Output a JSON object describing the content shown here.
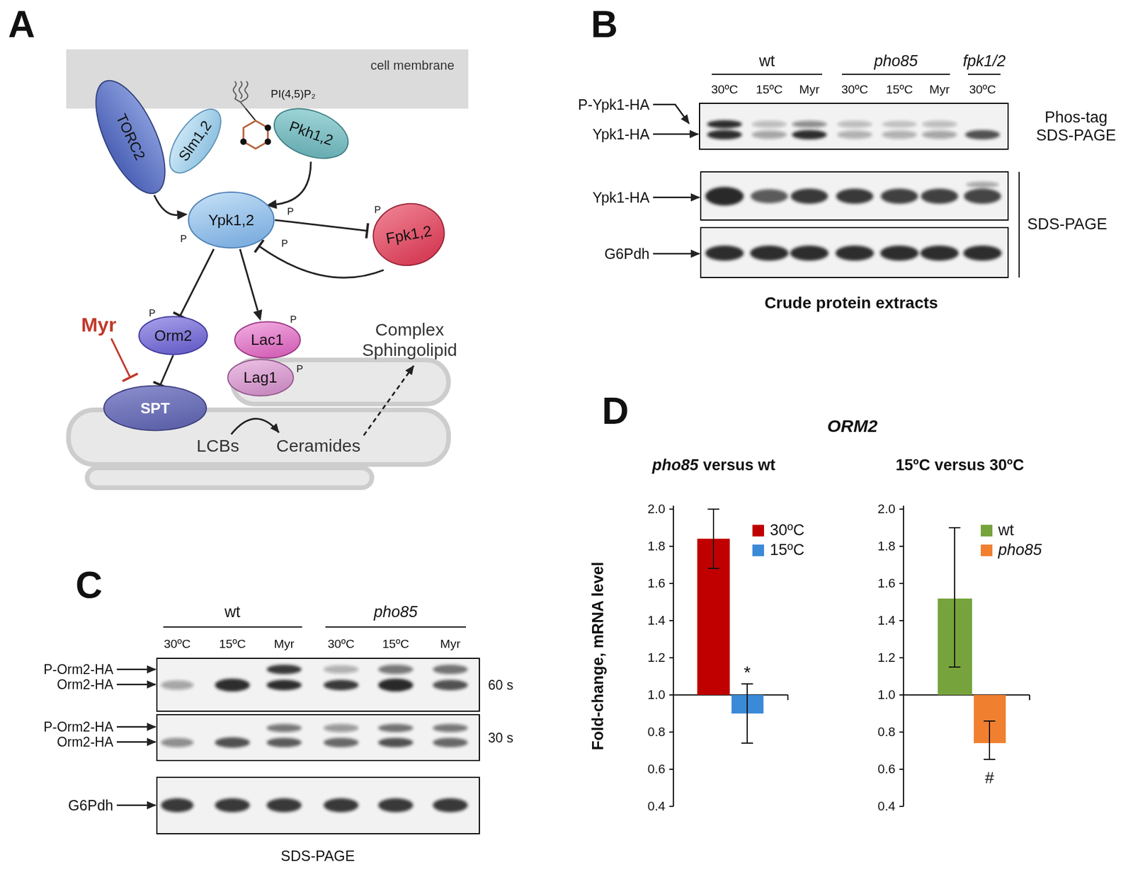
{
  "diagram": {
    "nodes": [
      {
        "text": [
          "cell membrane"
        ]
      },
      {
        "text": [
          "TORC2"
        ]
      },
      {
        "text": [
          "Slm1,2"
        ]
      },
      {
        "text": [
          "Pkh1,2"
        ]
      },
      {
        "text": [
          "Ypk1,2"
        ]
      },
      {
        "text": [
          "Fpk1,2"
        ]
      },
      {
        "text": [
          "Orm2"
        ]
      },
      {
        "text": [
          "Lac1"
        ]
      },
      {
        "text": [
          "Lag1"
        ]
      },
      {
        "text": [
          "SPT"
        ]
      }
    ],
    "edges": [
      {
        "from": 1,
        "to": 4,
        "arrow": "to"
      },
      {
        "from": 3,
        "to": 4,
        "arrow": "to"
      },
      {
        "from": 4,
        "to": 5,
        "arrow": "to"
      },
      {
        "from": 5,
        "to": 4,
        "arrow": "to"
      },
      {
        "from": 4,
        "to": 6,
        "arrow": "to"
      },
      {
        "from": 4,
        "to": 7,
        "arrow": "to"
      },
      {
        "from": 6,
        "to": 9,
        "arrow": "to"
      }
    ],
    "labels": [
      "A",
      "PI(4,5)P₂",
      "P",
      "P",
      "P",
      "P",
      "P",
      "P",
      "P",
      "Myr",
      "Complex Sphingolipid",
      "LCBs",
      "Ceramides",
      "B",
      "wt",
      "pho85",
      "fpk1/2",
      "30ºC",
      "15ºC",
      "Myr",
      "30ºC",
      "15ºC",
      "Myr",
      "30ºC",
      "P-Ypk1-HA",
      "Ypk1-HA",
      "Phos-tag SDS-PAGE",
      "Ypk1-HA",
      "G6Pdh",
      "SDS-PAGE",
      "Crude protein extracts",
      "C",
      "wt",
      "pho85",
      "30ºC",
      "15ºC",
      "Myr",
      "30ºC",
      "15ºC",
      "Myr",
      "P-Orm2-HA",
      "Orm2-HA",
      "60 s",
      "P-Orm2-HA",
      "Orm2-HA",
      "30 s",
      "G6Pdh",
      "SDS-PAGE",
      "D",
      "ORM2",
      "pho85",
      "versus wt",
      "15ºC versus 30ºC",
      "Fold-change, mRNA level",
      "2.0",
      "1.8",
      "1.6",
      "1.4",
      "1.2",
      "1.0",
      "0.8",
      "0.6",
      "0.4",
      "2.0",
      "1.8",
      "1.6",
      "1.4",
      "1.2",
      "1.0",
      "0.8",
      "0.6",
      "0.4",
      "*",
      "#"
    ],
    "legend": [
      {
        "text": "30ºC",
        "color": "#c00000"
      },
      {
        "text": "15ºC",
        "color": "#3b8ad8"
      },
      {
        "text": "wt",
        "color": "#77a33c"
      },
      {
        "text": "pho85",
        "color": "#f08030"
      }
    ]
  }
}
